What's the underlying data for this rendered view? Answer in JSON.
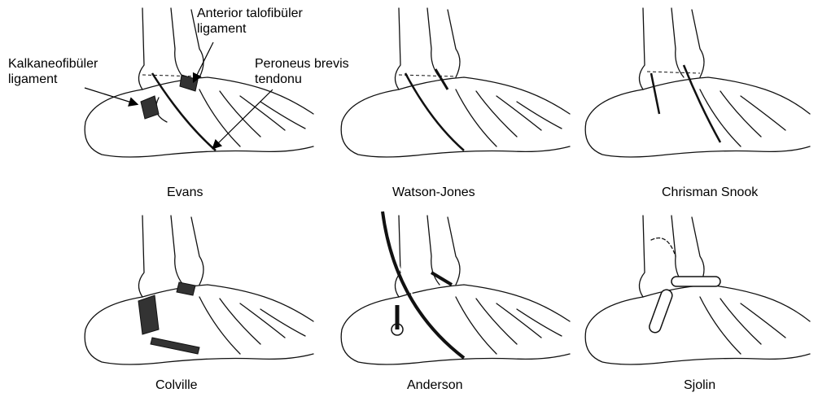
{
  "figure": {
    "procedures": [
      {
        "name": "Evans"
      },
      {
        "name": "Watson-Jones"
      },
      {
        "name": "Chrisman Snook"
      },
      {
        "name": "Colville"
      },
      {
        "name": "Anderson"
      },
      {
        "name": "Sjolin"
      }
    ],
    "annotations": {
      "anterior_talofibular": {
        "line1": "Anterior talofibüler",
        "line2": "ligament"
      },
      "calcaneofibular": {
        "line1": "Kalkaneofibüler",
        "line2": "ligament"
      },
      "peroneus_brevis": {
        "line1": "Peroneus brevis",
        "line2": "tendonu"
      }
    }
  }
}
